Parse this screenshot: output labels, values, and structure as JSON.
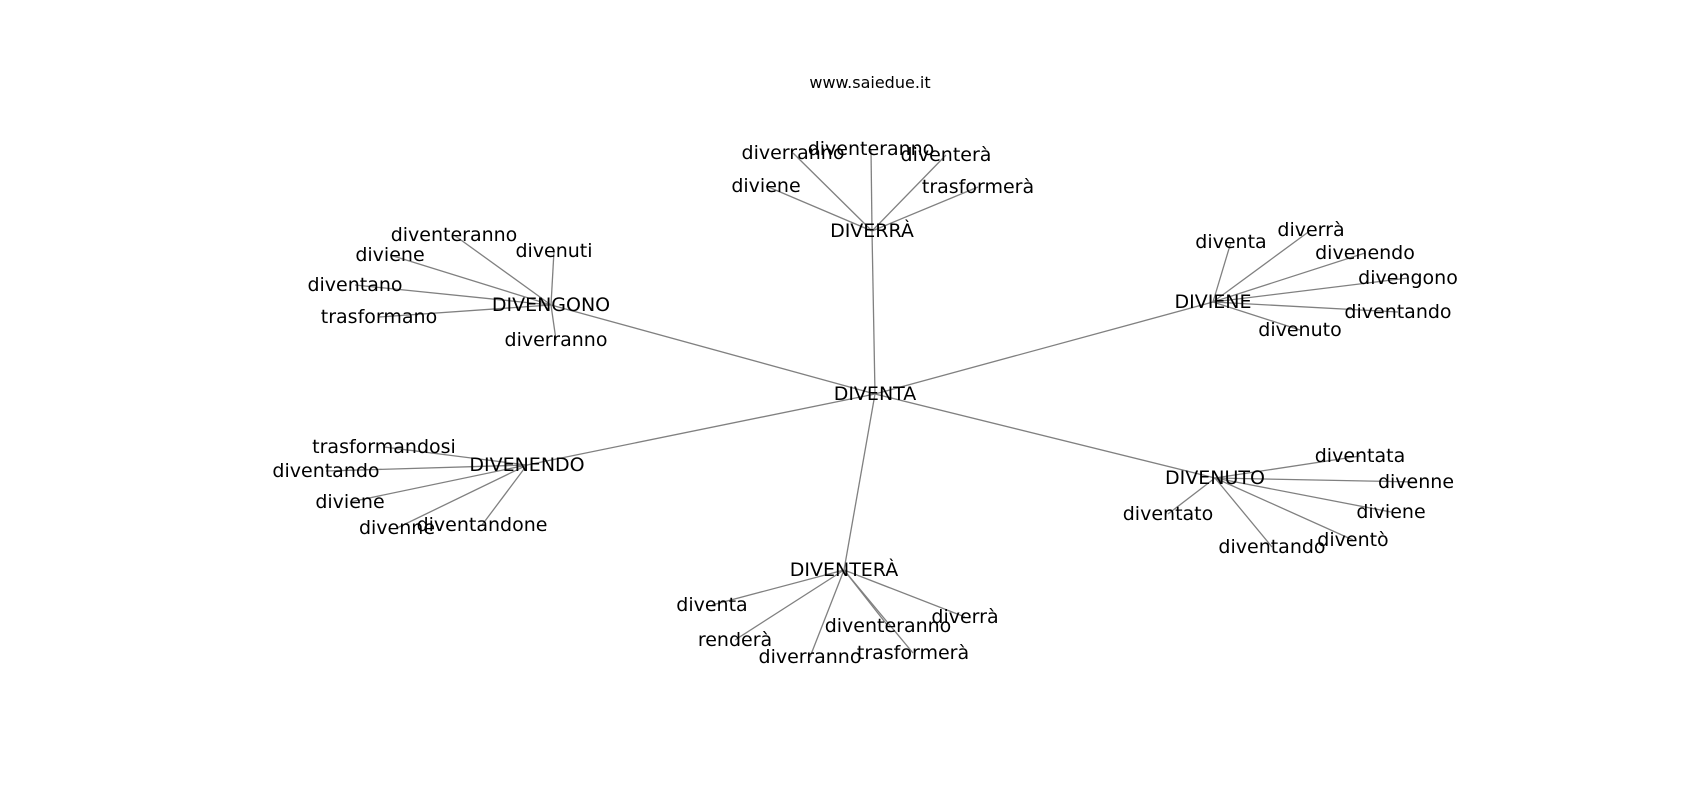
{
  "header": {
    "site": "www.saiedue.it"
  },
  "graph": {
    "edge_color": "#808080",
    "root": "DIVENTA",
    "nodes": [
      {
        "label": "DIVERRÀ",
        "children": [
          "diviene",
          "diverranno",
          "diventeranno",
          "diventerà",
          "trasformerà"
        ]
      },
      {
        "label": "DIVIENE",
        "children": [
          "diventa",
          "diverrà",
          "divenendo",
          "divengono",
          "diventando",
          "divenuto"
        ]
      },
      {
        "label": "DIVENUTO",
        "children": [
          "diventata",
          "divenne",
          "diviene",
          "diventò",
          "diventando",
          "diventato"
        ]
      },
      {
        "label": "DIVENTERÀ",
        "children": [
          "diventa",
          "renderà",
          "diverranno",
          "diventeranno",
          "trasformerà",
          "diverrà"
        ]
      },
      {
        "label": "DIVENENDO",
        "children": [
          "trasformandosi",
          "diventando",
          "diviene",
          "divenne",
          "diventandone"
        ]
      },
      {
        "label": "DIVENGONO",
        "children": [
          "diventeranno",
          "diviene",
          "diventano",
          "trasformano",
          "diverranno",
          "divenuti"
        ]
      }
    ]
  }
}
